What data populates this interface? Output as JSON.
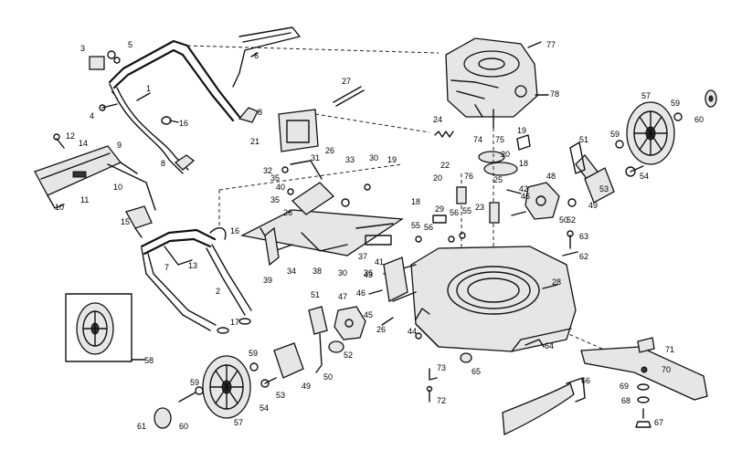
{
  "labels": {
    "l1": "1",
    "l2": "2",
    "l3": "3",
    "l4": "4",
    "l5": "5",
    "l6": "6",
    "l7": "7",
    "l8a": "8",
    "l8b": "8",
    "l9": "9",
    "l10a": "10",
    "l10b": "10",
    "l11": "11",
    "l12": "12",
    "l13": "13",
    "l14": "14",
    "l15": "15",
    "l16a": "16",
    "l16b": "16",
    "l17": "17",
    "l18a": "18",
    "l18b": "18",
    "l19a": "19",
    "l19b": "19",
    "l20a": "20",
    "l20b": "20",
    "l21": "21",
    "l22": "22",
    "l23": "23",
    "l24": "24",
    "l25": "25",
    "l26a": "26",
    "l26b": "26",
    "l26c": "26",
    "l27": "27",
    "l28": "28",
    "l29": "29",
    "l30a": "30",
    "l30b": "30",
    "l31": "31",
    "l32": "32",
    "l33": "33",
    "l34": "34",
    "l35a": "35",
    "l35b": "35",
    "l36": "36",
    "l37": "37",
    "l38": "38",
    "l39": "39",
    "l40": "40",
    "l41": "41",
    "l42": "42",
    "l43": "43",
    "l44": "44",
    "l45": "45",
    "l46a": "46",
    "l46b": "46",
    "l47": "47",
    "l48": "48",
    "l49a": "49",
    "l49b": "49",
    "l50a": "50",
    "l50b": "50",
    "l51a": "51",
    "l51b": "51",
    "l52a": "52",
    "l52b": "52",
    "l53a": "53",
    "l53b": "53",
    "l54a": "54",
    "l54b": "54",
    "l55a": "55",
    "l55b": "55",
    "l56a": "56",
    "l56b": "56",
    "l57a": "57",
    "l57b": "57",
    "l58": "58",
    "l59a": "59",
    "l59b": "59",
    "l59c": "59",
    "l60a": "60",
    "l60b": "60",
    "l61": "61",
    "l62": "62",
    "l63": "63",
    "l64": "64",
    "l65": "65",
    "l66": "66",
    "l67": "67",
    "l68": "68",
    "l69": "69",
    "l70": "70",
    "l71": "71",
    "l72": "72",
    "l73": "73",
    "l74": "74",
    "l75": "75",
    "l76": "76",
    "l77": "77",
    "l78": "78"
  }
}
